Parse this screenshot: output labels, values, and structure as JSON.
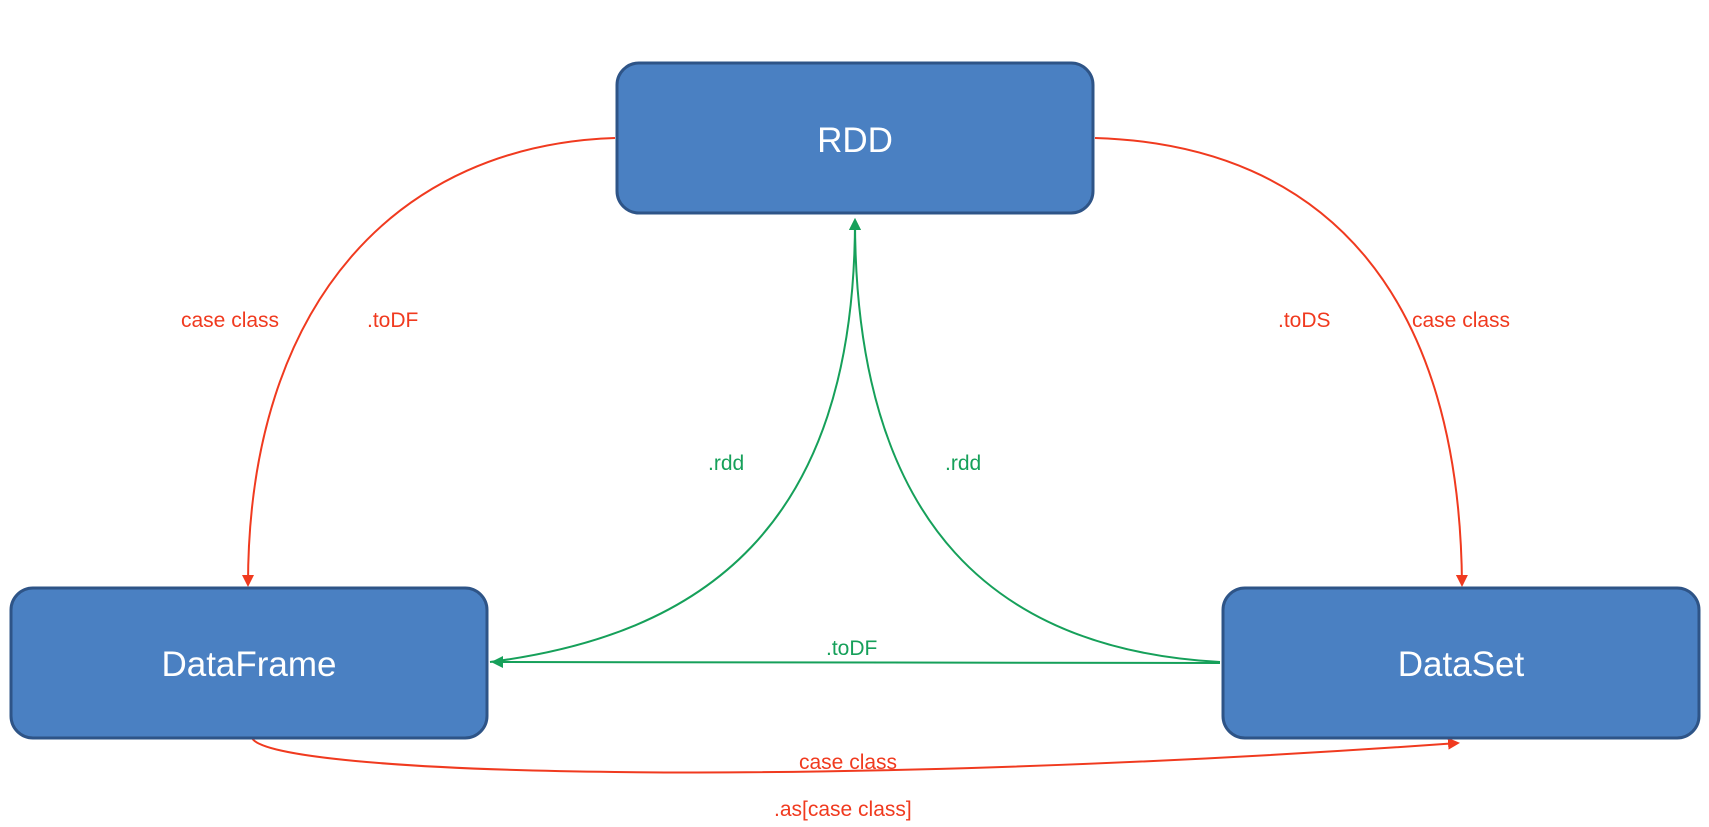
{
  "colors": {
    "node_fill": "#4a80c2",
    "node_stroke": "#2e5487",
    "node_text": "#ffffff",
    "convert_red": "#f03a1f",
    "convert_green": "#16a05a"
  },
  "nodes": {
    "rdd": "RDD",
    "dataframe": "DataFrame",
    "dataset": "DataSet"
  },
  "edges": {
    "rdd_to_dataframe": {
      "label_1": "case class",
      "label_2": ".toDF"
    },
    "rdd_to_dataset": {
      "label_1": ".toDS",
      "label_2": "case class"
    },
    "dataframe_to_rdd": {
      "label": ".rdd"
    },
    "dataset_to_rdd": {
      "label": ".rdd"
    },
    "dataset_to_dataframe": {
      "label": ".toDF"
    },
    "dataframe_to_dataset": {
      "label_1": "case class",
      "label_2": ".as[case class]"
    }
  }
}
